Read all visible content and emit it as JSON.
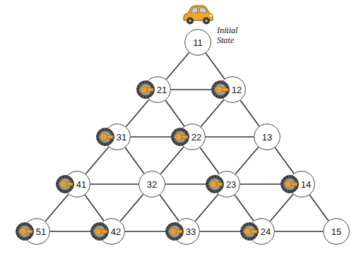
{
  "diagram": {
    "nodes": [
      {
        "text": [
          "11"
        ]
      },
      {
        "text": [
          "21"
        ]
      },
      {
        "text": [
          "12"
        ]
      },
      {
        "text": [
          "31"
        ]
      },
      {
        "text": [
          "22"
        ]
      },
      {
        "text": [
          "13"
        ]
      },
      {
        "text": [
          "41"
        ]
      },
      {
        "text": [
          "32"
        ]
      },
      {
        "text": [
          "23"
        ]
      },
      {
        "text": [
          "14"
        ]
      },
      {
        "text": [
          "51"
        ]
      },
      {
        "text": [
          "42"
        ]
      },
      {
        "text": [
          "33"
        ]
      },
      {
        "text": [
          "24"
        ]
      },
      {
        "text": [
          "15"
        ]
      }
    ],
    "edges": [
      {
        "from": 1,
        "to": 2,
        "arrow": "none"
      },
      {
        "from": 3,
        "to": 4,
        "arrow": "none"
      },
      {
        "from": 4,
        "to": 5,
        "arrow": "none"
      },
      {
        "from": 6,
        "to": 7,
        "arrow": "none"
      },
      {
        "from": 7,
        "to": 8,
        "arrow": "none"
      },
      {
        "from": 8,
        "to": 9,
        "arrow": "none"
      },
      {
        "from": 10,
        "to": 11,
        "arrow": "none"
      },
      {
        "from": 11,
        "to": 12,
        "arrow": "none"
      },
      {
        "from": 12,
        "to": 13,
        "arrow": "none"
      },
      {
        "from": 13,
        "to": 14,
        "arrow": "none"
      },
      {
        "from": 0,
        "to": 1,
        "arrow": "none"
      },
      {
        "from": 0,
        "to": 2,
        "arrow": "none"
      },
      {
        "from": 1,
        "to": 3,
        "arrow": "none"
      },
      {
        "from": 1,
        "to": 4,
        "arrow": "none"
      },
      {
        "from": 2,
        "to": 4,
        "arrow": "none"
      },
      {
        "from": 2,
        "to": 5,
        "arrow": "none"
      },
      {
        "from": 3,
        "to": 6,
        "arrow": "none"
      },
      {
        "from": 3,
        "to": 7,
        "arrow": "none"
      },
      {
        "from": 4,
        "to": 7,
        "arrow": "none"
      },
      {
        "from": 4,
        "to": 8,
        "arrow": "none"
      },
      {
        "from": 5,
        "to": 8,
        "arrow": "none"
      },
      {
        "from": 5,
        "to": 9,
        "arrow": "none"
      },
      {
        "from": 6,
        "to": 10,
        "arrow": "none"
      },
      {
        "from": 6,
        "to": 11,
        "arrow": "none"
      },
      {
        "from": 7,
        "to": 11,
        "arrow": "none"
      },
      {
        "from": 7,
        "to": 12,
        "arrow": "none"
      },
      {
        "from": 8,
        "to": 12,
        "arrow": "none"
      },
      {
        "from": 8,
        "to": 13,
        "arrow": "none"
      },
      {
        "from": 9,
        "to": 13,
        "arrow": "none"
      },
      {
        "from": 9,
        "to": 14,
        "arrow": "none"
      }
    ],
    "labels": [
      "Initial State"
    ]
  }
}
